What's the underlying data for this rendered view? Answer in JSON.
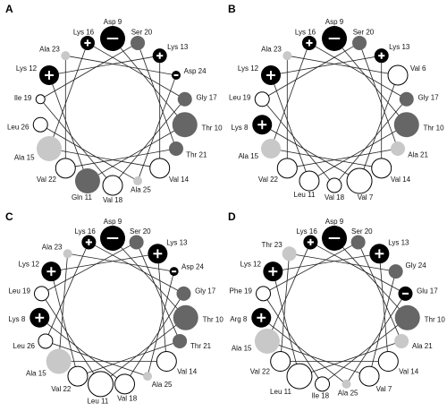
{
  "colors": {
    "positive": "#000000",
    "polar": "#666666",
    "small": "#c8c8c8",
    "hydrophobic": "#ffffff",
    "edge": "#000000"
  },
  "panels": [
    {
      "label": "A",
      "residues": [
        {
          "name": "Asp 9",
          "type": "negative",
          "size": "large"
        },
        {
          "name": "Ser 20",
          "type": "polar",
          "size": "small"
        },
        {
          "name": "Lys 13",
          "type": "positive",
          "size": "small"
        },
        {
          "name": "Asp 24",
          "type": "negative",
          "size": "tiny"
        },
        {
          "name": "Gly 17",
          "type": "polar",
          "size": "small"
        },
        {
          "name": "Thr 10",
          "type": "polar",
          "size": "large"
        },
        {
          "name": "Thr 21",
          "type": "polar",
          "size": "small"
        },
        {
          "name": "Val 14",
          "type": "hydrophobic",
          "size": "medium"
        },
        {
          "name": "Ala 25",
          "type": "small",
          "size": "tiny"
        },
        {
          "name": "Val 18",
          "type": "hydrophobic",
          "size": "medium"
        },
        {
          "name": "Gln 11",
          "type": "polar",
          "size": "large"
        },
        {
          "name": "Val 22",
          "type": "hydrophobic",
          "size": "medium"
        },
        {
          "name": "Ala 15",
          "type": "small",
          "size": "large"
        },
        {
          "name": "Leu 26",
          "type": "hydrophobic",
          "size": "small"
        },
        {
          "name": "Ile 19",
          "type": "hydrophobic",
          "size": "tiny"
        },
        {
          "name": "Lys 12",
          "type": "positive",
          "size": "medium"
        },
        {
          "name": "Ala 23",
          "type": "small",
          "size": "tiny"
        },
        {
          "name": "Lys 16",
          "type": "positive",
          "size": "small"
        }
      ]
    },
    {
      "label": "B",
      "residues": [
        {
          "name": "Asp 9",
          "type": "negative",
          "size": "large"
        },
        {
          "name": "Ser 20",
          "type": "polar",
          "size": "small"
        },
        {
          "name": "Lys 13",
          "type": "positive",
          "size": "small"
        },
        {
          "name": "Val 6",
          "type": "hydrophobic",
          "size": "medium"
        },
        {
          "name": "Gly 17",
          "type": "polar",
          "size": "small"
        },
        {
          "name": "Thr 10",
          "type": "polar",
          "size": "large"
        },
        {
          "name": "Ala 21",
          "type": "small",
          "size": "small"
        },
        {
          "name": "Val 14",
          "type": "hydrophobic",
          "size": "medium"
        },
        {
          "name": "Val 7",
          "type": "hydrophobic",
          "size": "large"
        },
        {
          "name": "Val 18",
          "type": "hydrophobic",
          "size": "small"
        },
        {
          "name": "Leu 11",
          "type": "hydrophobic",
          "size": "medium"
        },
        {
          "name": "Val 22",
          "type": "hydrophobic",
          "size": "medium"
        },
        {
          "name": "Ala 15",
          "type": "small",
          "size": "medium"
        },
        {
          "name": "Lys 8",
          "type": "positive",
          "size": "medium"
        },
        {
          "name": "Leu 19",
          "type": "hydrophobic",
          "size": "small"
        },
        {
          "name": "Lys 12",
          "type": "positive",
          "size": "medium"
        },
        {
          "name": "Ala 23",
          "type": "small",
          "size": "tiny"
        },
        {
          "name": "Lys 16",
          "type": "positive",
          "size": "small"
        }
      ]
    },
    {
      "label": "C",
      "residues": [
        {
          "name": "Asp 9",
          "type": "negative",
          "size": "large"
        },
        {
          "name": "Ser 20",
          "type": "polar",
          "size": "small"
        },
        {
          "name": "Lys 13",
          "type": "positive",
          "size": "medium"
        },
        {
          "name": "Asp 24",
          "type": "negative",
          "size": "tiny"
        },
        {
          "name": "Gly 17",
          "type": "polar",
          "size": "small"
        },
        {
          "name": "Thr 10",
          "type": "polar",
          "size": "large"
        },
        {
          "name": "Thr 21",
          "type": "polar",
          "size": "small"
        },
        {
          "name": "Val 14",
          "type": "hydrophobic",
          "size": "medium"
        },
        {
          "name": "Ala 25",
          "type": "small",
          "size": "tiny"
        },
        {
          "name": "Val 18",
          "type": "hydrophobic",
          "size": "medium"
        },
        {
          "name": "Leu 11",
          "type": "hydrophobic",
          "size": "large"
        },
        {
          "name": "Val 22",
          "type": "hydrophobic",
          "size": "medium"
        },
        {
          "name": "Ala 15",
          "type": "small",
          "size": "large"
        },
        {
          "name": "Leu 26",
          "type": "hydrophobic",
          "size": "small"
        },
        {
          "name": "Lys 8",
          "type": "positive",
          "size": "medium"
        },
        {
          "name": "Leu 19",
          "type": "hydrophobic",
          "size": "small"
        },
        {
          "name": "Lys 12",
          "type": "positive",
          "size": "medium"
        },
        {
          "name": "Ala 23",
          "type": "small",
          "size": "tiny"
        },
        {
          "name": "Lys 16",
          "type": "positive",
          "size": "small"
        }
      ]
    },
    {
      "label": "D",
      "residues": [
        {
          "name": "Asp 9",
          "type": "negative",
          "size": "large"
        },
        {
          "name": "Ser 20",
          "type": "polar",
          "size": "small"
        },
        {
          "name": "Lys 13",
          "type": "positive",
          "size": "medium"
        },
        {
          "name": "Gly 24",
          "type": "polar",
          "size": "small"
        },
        {
          "name": "Glu 17",
          "type": "negative",
          "size": "small"
        },
        {
          "name": "Thr 10",
          "type": "polar",
          "size": "large"
        },
        {
          "name": "Ala 21",
          "type": "small",
          "size": "small"
        },
        {
          "name": "Val 14",
          "type": "hydrophobic",
          "size": "medium"
        },
        {
          "name": "Val 7",
          "type": "hydrophobic",
          "size": "medium"
        },
        {
          "name": "Ala 25",
          "type": "small",
          "size": "tiny"
        },
        {
          "name": "Ile 18",
          "type": "hydrophobic",
          "size": "small"
        },
        {
          "name": "Leu 11",
          "type": "hydrophobic",
          "size": "large"
        },
        {
          "name": "Val 22",
          "type": "hydrophobic",
          "size": "medium"
        },
        {
          "name": "Ala 15",
          "type": "small",
          "size": "large"
        },
        {
          "name": "Arg 8",
          "type": "positive",
          "size": "medium"
        },
        {
          "name": "Phe 19",
          "type": "hydrophobic",
          "size": "small"
        },
        {
          "name": "Lys 12",
          "type": "positive",
          "size": "medium"
        },
        {
          "name": "Thr 23",
          "type": "small",
          "size": "small"
        },
        {
          "name": "Lys 16",
          "type": "positive",
          "size": "small"
        }
      ]
    }
  ]
}
